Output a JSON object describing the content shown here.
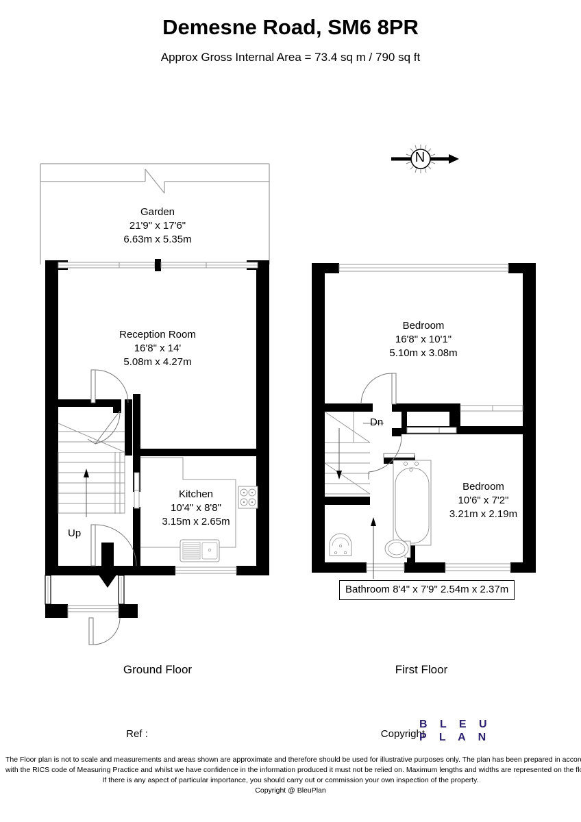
{
  "header": {
    "title": "Demesne Road, SM6 8PR",
    "subtitle": "Approx Gross Internal Area = 73.4 sq m / 790 sq ft"
  },
  "compass": {
    "label": "N",
    "icon": "compass-north-icon"
  },
  "ground_floor": {
    "caption": "Ground Floor",
    "rooms": [
      {
        "name": "Garden",
        "dim_imperial": "21'9\" x 17'6\"",
        "dim_metric": "6.63m x 5.35m"
      },
      {
        "name": "Reception Room",
        "dim_imperial": "16'8\" x 14'",
        "dim_metric": "5.08m x 4.27m"
      },
      {
        "name": "Kitchen",
        "dim_imperial": "10'4\" x 8'8\"",
        "dim_metric": "3.15m x 2.65m"
      }
    ],
    "stair_label": "Up"
  },
  "first_floor": {
    "caption": "First Floor",
    "rooms": [
      {
        "name": "Bedroom",
        "dim_imperial": "16'8\" x 10'1\"",
        "dim_metric": "5.10m x 3.08m"
      },
      {
        "name": "Bedroom",
        "dim_imperial": "10'6\" x 7'2\"",
        "dim_metric": "3.21m x 2.19m"
      },
      {
        "name": "Bathroom",
        "dim_imperial": "8'4\" x 7'9\"",
        "dim_metric": "2.54m x 2.37m"
      }
    ],
    "stair_label": "Dn"
  },
  "footer": {
    "ref_label": "Ref  :",
    "copyright_label": "Copyright",
    "logo_line1": "B L E U",
    "logo_line2": "P L A N",
    "logo_color": "#2b2070",
    "disclaimer_lines": [
      "The Floor plan is not to scale and measurements and areas shown are approximate and therefore should be used for illustrative purposes only. The plan has been prepared in accordance",
      "with the RICS code of Measuring Practice and whilst we have confidence in the information produced it must not be relied on. Maximum lengths and widths are represented on the floor plan.",
      "If there is any aspect of particular importance, you should carry out or commission your own inspection of the property.",
      "Copyright @ BleuPlan"
    ]
  }
}
